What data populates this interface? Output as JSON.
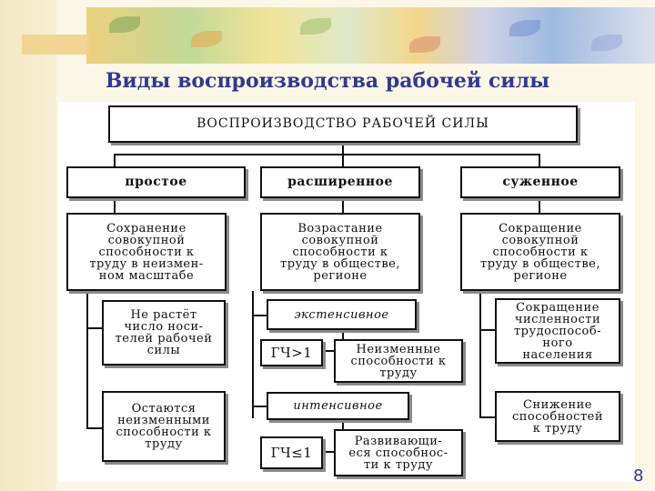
{
  "title": "Виды воспроизводства рабочей силы",
  "slide_number": "8",
  "diagram": {
    "root": "ВОСПРОИЗВОДСТВО РАБОЧЕЙ СИЛЫ",
    "types": {
      "simple": "простое",
      "expanded": "расширенное",
      "narrowed": "суженное"
    },
    "descriptions": {
      "simple": "Сохранение\nсовокупной\nспособности к\nтруду в неизмен-\nном масштабе",
      "expanded": "Возрастание\nсовокупной\nспособности к\nтруду в обществе,\nрегионе",
      "narrowed": "Сокращение\nсовокупной\nспособности к\nтруду в обществе,\nрегионе"
    },
    "simple_items": [
      "Не растёт\nчисло носи-\nтелей рабочей\nсилы",
      "Остаются\nнеизменными\nспособности к\nтруду"
    ],
    "expanded_branches": {
      "extensive": "экстенсивное",
      "extensive_formula": "ГЧ>1",
      "extensive_result": "Неизменные\nспособности к\nтруду",
      "intensive": "интенсивное",
      "intensive_formula": "ГЧ≤1",
      "intensive_result": "Развивающи-\nеся способнос-\nти к труду"
    },
    "narrowed_items": [
      "Сокращение\nчисленности\nтрудоспособ-\nного\nнаселения",
      "Снижение\nспособностей\nк труду"
    ]
  }
}
